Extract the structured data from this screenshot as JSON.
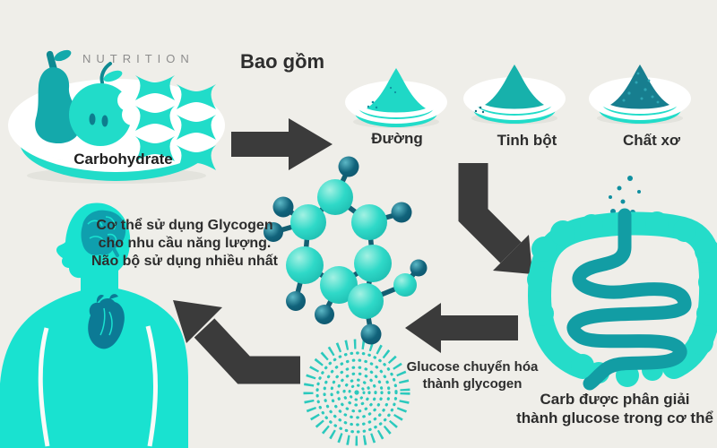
{
  "title": "Carbohydrate nutrition infographic",
  "brand": "NUTRITION",
  "source_plate": {
    "label": "Carbohydrate"
  },
  "includes_heading": "Bao gồm",
  "carb_types": [
    {
      "label": "Đường"
    },
    {
      "label": "Tinh bột"
    },
    {
      "label": "Chất xơ"
    }
  ],
  "captions": {
    "body_usage": "Cơ thể sử dụng Glycogen\ncho nhu cầu năng lượng.\nNão bộ sử dụng nhiều nhất",
    "glucose_to_glycogen": "Glucose chuyển hóa\nthành glycogen",
    "carb_breakdown": "Carb được phân giải\nthành glucose trong cơ thể"
  },
  "colors": {
    "background": "#efeee9",
    "teal_bright": "#21dcc9",
    "teal_medium": "#17b1ab",
    "teal_dark": "#177e8f",
    "body_cyan": "#19e2d0",
    "arrow": "#3b3b3b",
    "text": "#2d2d2d",
    "brand_gray": "#8d8d8d"
  }
}
